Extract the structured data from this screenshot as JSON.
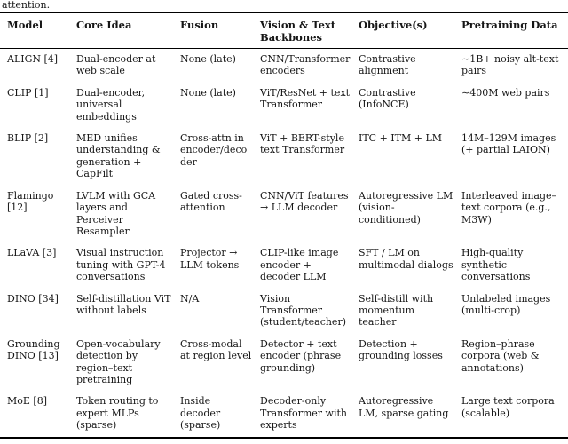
{
  "caption_fragment": "attention.",
  "colors": {
    "background": "#ffffff",
    "text": "#161616",
    "rule": "#000000"
  },
  "table": {
    "columns": [
      "Model",
      "Core Idea",
      "Fusion",
      "Vision & Text Backbones",
      "Objective(s)",
      "Pretraining Data"
    ],
    "rows": [
      [
        "ALIGN [4]",
        "Dual-encoder at web scale",
        "None (late)",
        "CNN/Transformer encoders",
        "Contrastive alignment",
        "∼1B+ noisy alt-text pairs"
      ],
      [
        "CLIP [1]",
        "Dual-encoder, universal embeddings",
        "None (late)",
        "ViT/ResNet + text Transformer",
        "Contrastive (InfoNCE)",
        "∼400M web pairs"
      ],
      [
        "BLIP [2]",
        "MED unifies understanding & generation + CapFilt",
        "Cross-attn in encoder/decoder",
        "ViT + BERT-style text Transformer",
        "ITC + ITM + LM",
        "14M–129M images (+ partial LAION)"
      ],
      [
        "Flamingo [12]",
        "LVLM with GCA layers and Perceiver Resampler",
        "Gated cross-attention",
        "CNN/ViT features → LLM decoder",
        "Autoregressive LM (vision-conditioned)",
        "Interleaved image–text corpora (e.g., M3W)"
      ],
      [
        "LLaVA [3]",
        "Visual instruction tuning with GPT-4 conversations",
        "Projector → LLM tokens",
        "CLIP-like image encoder + decoder LLM",
        "SFT / LM on multimodal dialogs",
        "High-quality synthetic conversations"
      ],
      [
        "DINO [34]",
        "Self-distillation ViT without labels",
        "N/A",
        "Vision Transformer (student/teacher)",
        "Self-distill with momentum teacher",
        "Unlabeled images (multi-crop)"
      ],
      [
        "Grounding DINO [13]",
        "Open-vocabulary detection by region–text pretraining",
        "Cross-modal at region level",
        "Detector + text encoder (phrase grounding)",
        "Detection + grounding losses",
        "Region–phrase corpora (web & annotations)"
      ],
      [
        "MoE [8]",
        "Token routing to expert MLPs (sparse)",
        "Inside decoder (sparse)",
        "Decoder-only Transformer with experts",
        "Autoregressive LM, sparse gating",
        "Large text corpora (scalable)"
      ]
    ]
  }
}
